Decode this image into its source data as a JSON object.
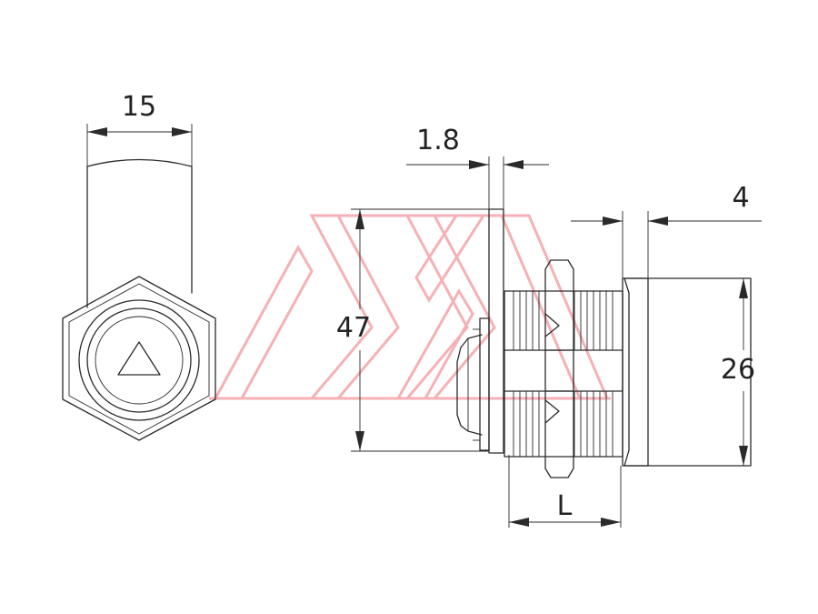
{
  "dimensions": {
    "width_front": "15",
    "plate_thickness": "1.8",
    "height": "47",
    "cap_thickness": "4",
    "cap_diameter": "26",
    "body_length": "L"
  },
  "colors": {
    "line": "#2a2a2a",
    "watermark": "#f4a9ad"
  },
  "icons": [
    "triangle-key-icon",
    "logo-watermark"
  ]
}
